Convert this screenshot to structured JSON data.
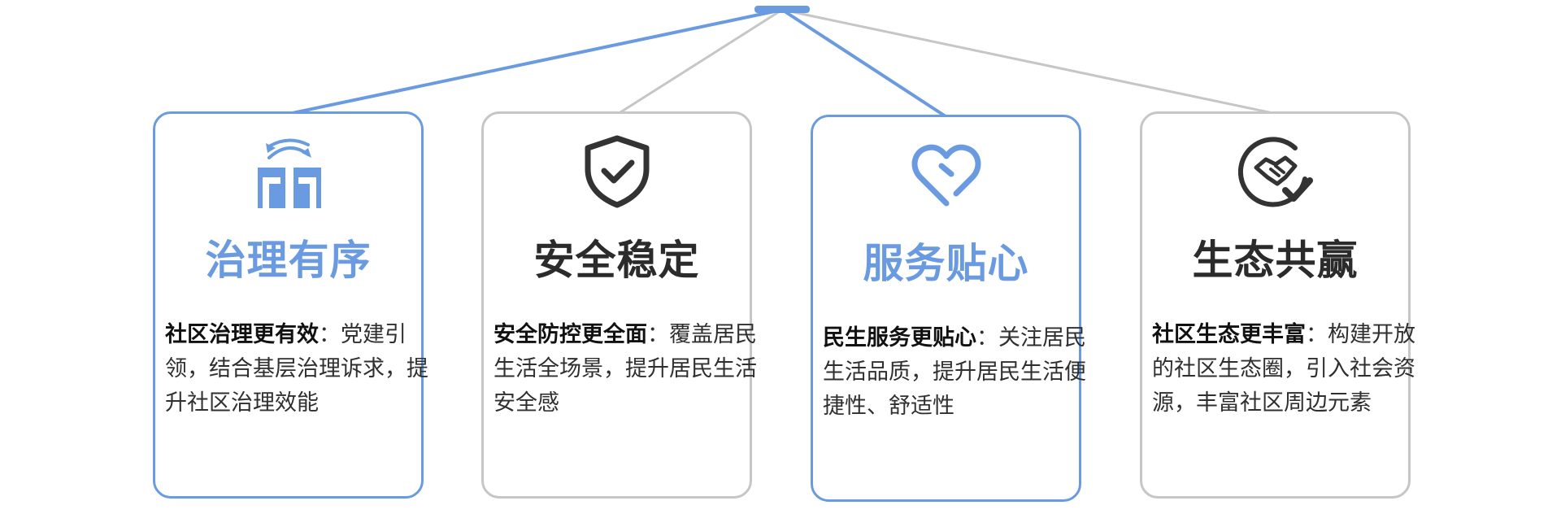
{
  "colors": {
    "accent": "#6a9be0",
    "neutral_border": "#c6c6c6",
    "dark_text": "#2b2b2b",
    "icon_dark": "#333333"
  },
  "cards": [
    {
      "title": "治理有序",
      "lead": "社区治理更有效",
      "separator": "：",
      "body": "党建引领，结合基层治理诉求，提升社区治理效能",
      "icon": "buildings-exchange-icon",
      "accent": true
    },
    {
      "title": "安全稳定",
      "lead": "安全防控更全面",
      "separator": "：",
      "body": "覆盖居民生活全场景，提升居民生活安全感",
      "icon": "shield-check-icon",
      "accent": false
    },
    {
      "title": "服务贴心",
      "lead": "民生服务更贴心",
      "separator": "：",
      "body": "关注居民生活品质，提升居民生活便捷性、舒适性",
      "icon": "heart-icon",
      "accent": true
    },
    {
      "title": "生态共赢",
      "lead": "社区生态更丰富",
      "separator": "：",
      "body": "构建开放的社区生态圈，引入社会资源，丰富社区周边元素",
      "icon": "handshake-check-icon",
      "accent": false
    }
  ]
}
